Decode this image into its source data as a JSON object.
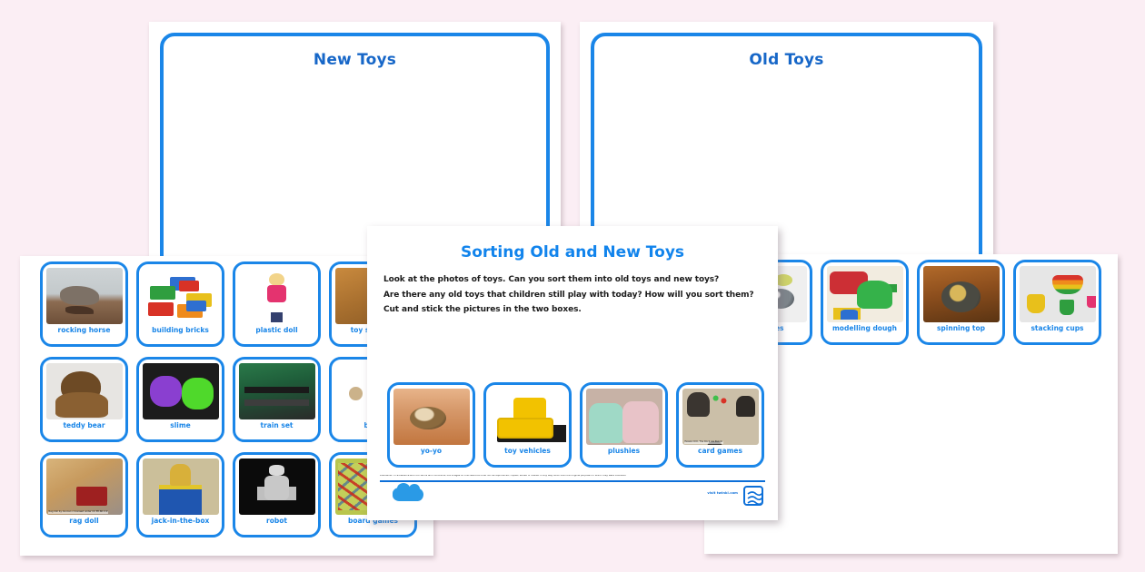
{
  "page": {
    "background_color": "#fbeef4",
    "accent_blue": "#1a86e8",
    "title_blue": "#1284ec"
  },
  "mats": [
    {
      "id": "mat-new",
      "title": "New Toys"
    },
    {
      "id": "mat-old",
      "title": "Old Toys"
    }
  ],
  "overlay": {
    "title": "Sorting Old and New Toys",
    "instructions": [
      "Look at the photos of toys. Can you sort them into old toys and new toys?",
      "Are there any old toys that children still play with today? How will you sort them?",
      "Cut and stick the pictures in the two boxes."
    ],
    "cards": [
      {
        "label": "yo-yo",
        "art": "th-yoyo"
      },
      {
        "label": "toy vehicles",
        "art": "th-toyvehicles"
      },
      {
        "label": "plushies",
        "art": "th-plushies"
      },
      {
        "label": "card games",
        "art": "th-cardgames",
        "attribution": "Pexels CC0, The Rock via Pexels"
      }
    ],
    "footer": {
      "disclaimer": "Disclaimer: In adherence with our terms and conditions, the images on this resource must not be reproduced, copied, edited or shared in any way other than the original purpose for which they were intended.",
      "brand_text": "visit twinkl.com",
      "logo_name": "twinkl-logo"
    }
  },
  "card_sheets": [
    {
      "id": "cards-left",
      "cards": [
        {
          "label": "rocking horse",
          "art": "th-rockinghorse"
        },
        {
          "label": "building bricks",
          "art": "th-buildingbricks"
        },
        {
          "label": "plastic doll",
          "art": "th-plasticdoll"
        },
        {
          "label": "toy soldiers",
          "art": "th-toysoldiers"
        },
        {
          "label": "teddy bear",
          "art": "th-teddybear"
        },
        {
          "label": "slime",
          "art": "th-slime"
        },
        {
          "label": "train set",
          "art": "th-trainset"
        },
        {
          "label": "balls",
          "art": "th-balls"
        },
        {
          "label": "rag doll",
          "art": "th-ragdoll",
          "attribution": "Rag doll by duncan c licensed under CC BY-NC 2.0"
        },
        {
          "label": "jack-in-the-box",
          "art": "th-jackinthebox"
        },
        {
          "label": "robot",
          "art": "th-robot"
        },
        {
          "label": "board games",
          "art": "th-boardgames"
        }
      ]
    },
    {
      "id": "cards-right",
      "cards": [
        {
          "label": "marbles",
          "art": "th-marbles"
        },
        {
          "label": "modelling dough",
          "art": "th-modellingdough"
        },
        {
          "label": "spinning top",
          "art": "th-spinningtop"
        },
        {
          "label": "stacking cups",
          "art": "th-stackingcups"
        }
      ]
    }
  ]
}
